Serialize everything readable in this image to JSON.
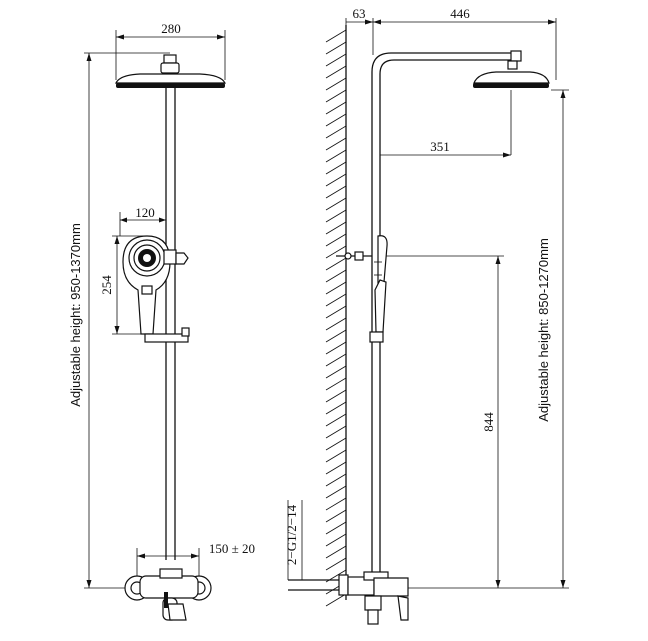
{
  "front_view": {
    "head_width": "280",
    "handheld_width": "120",
    "handheld_height": "254",
    "adjustable_height": "Adjustable height: 950-1370mm",
    "inlet_spacing": "150 ± 20"
  },
  "side_view": {
    "wall_offset": "63",
    "arm_length": "446",
    "head_drop": "351",
    "holder_height": "844",
    "adjustable_height": "Adjustable height: 850-1270mm",
    "thread": "2−G1/2−14"
  }
}
